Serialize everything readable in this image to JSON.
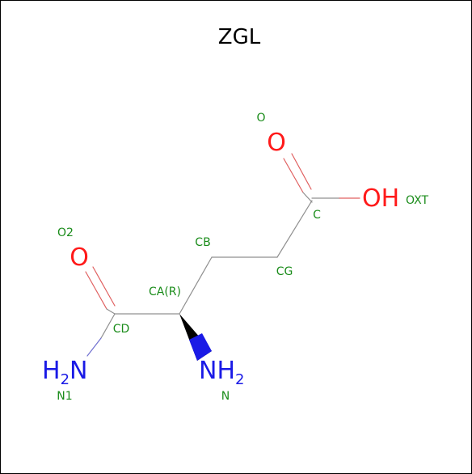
{
  "title": "ZGL",
  "atom_labels": {
    "O": "O",
    "O2": "O2",
    "OXT": "OXT",
    "C": "C",
    "CG": "CG",
    "CB": "CB",
    "CA": "CA(R)",
    "CD": "CD",
    "N": "N",
    "N1": "N1"
  },
  "atoms": {
    "o_symbol": "O",
    "oh_symbol": "OH",
    "o2_symbol": "O",
    "nh2_n": "NH",
    "nh2_sub": "2",
    "h2n_h": "H",
    "h2n_sub": "2",
    "h2n_n": "N"
  },
  "colors": {
    "oxygen": "#ff1a1a",
    "nitrogen": "#1a1ae6",
    "carbon_bond": "#808080",
    "label": "#1a8c1a",
    "wedge": "#000000"
  }
}
